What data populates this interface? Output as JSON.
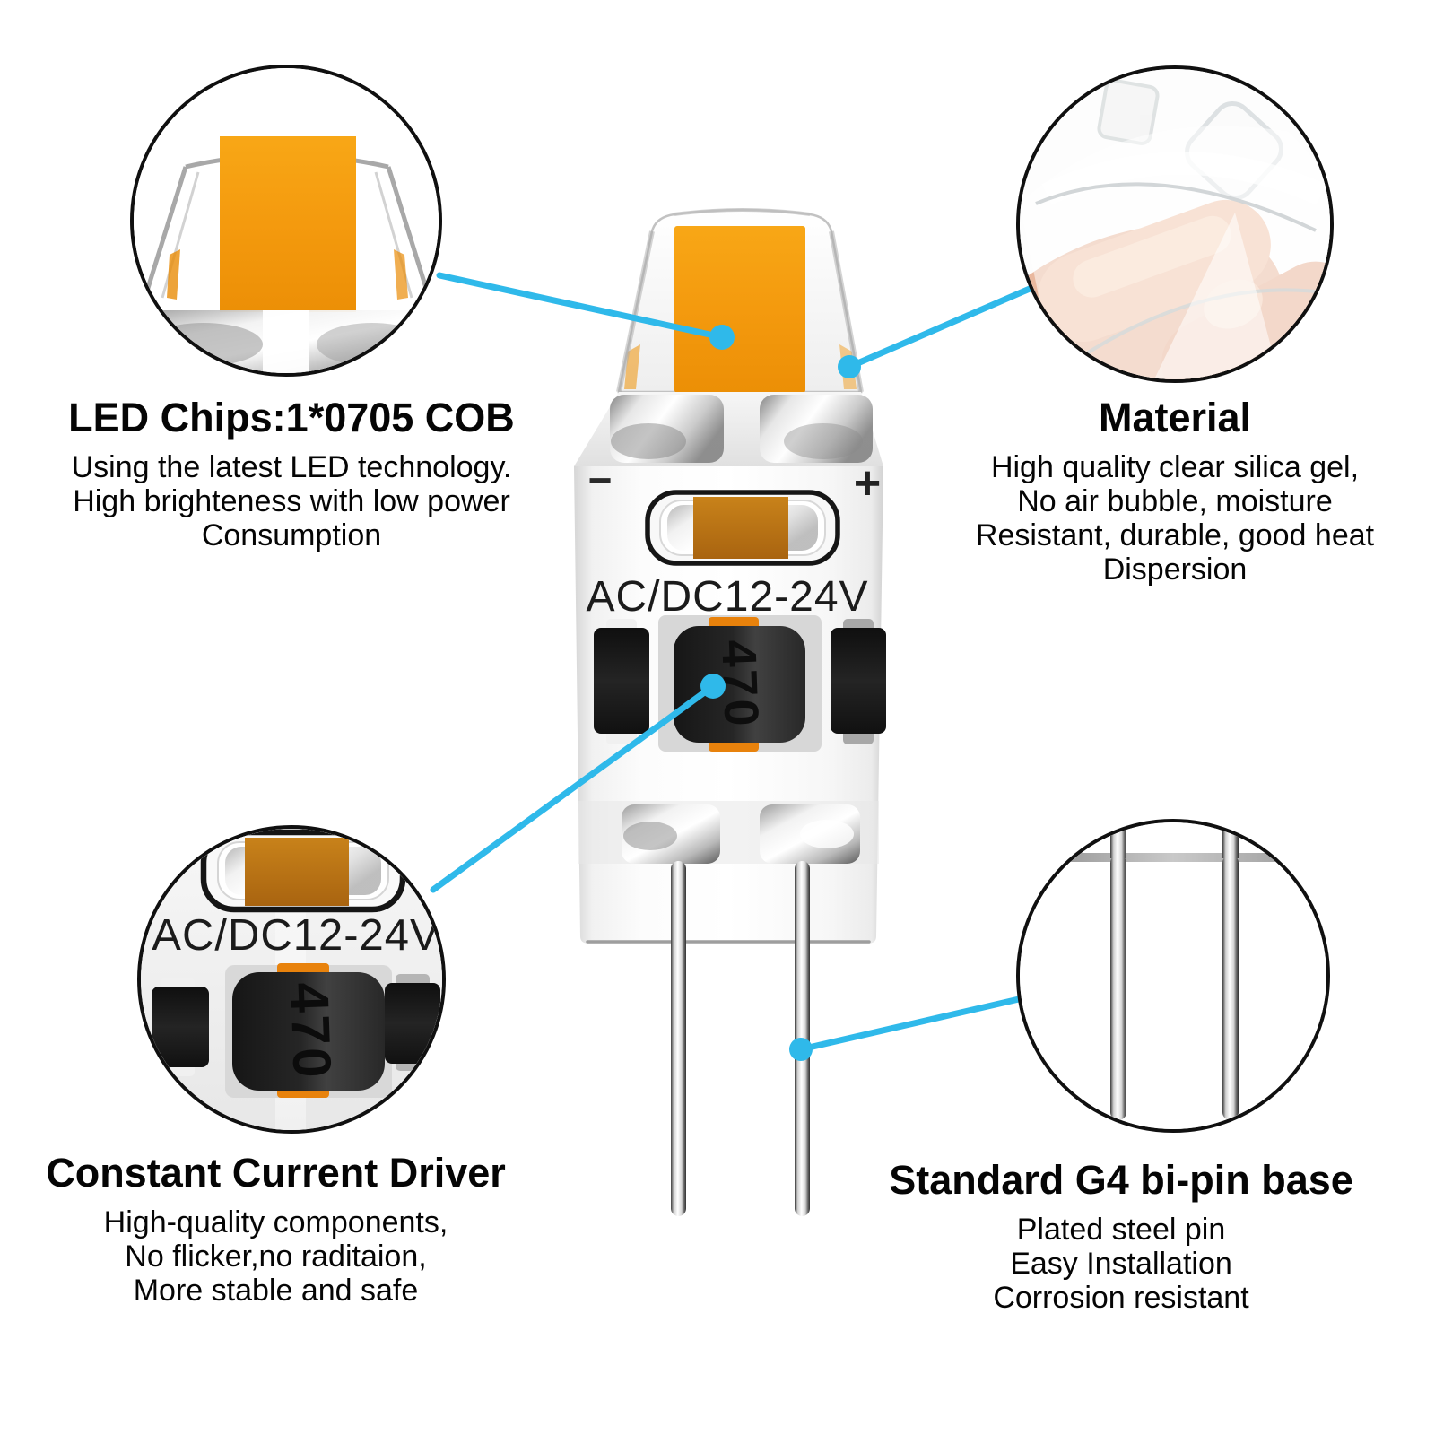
{
  "colors": {
    "accent_blue": "#2fb9ea",
    "chip_orange": "#f49a0e",
    "chip_amber": "#b9741a",
    "text_black": "#0a0a0a"
  },
  "bulb": {
    "minus_label": "−",
    "plus_label": "+",
    "voltage_marking": "AC/DC12-24V",
    "inductor_marking": "470"
  },
  "driver_closeup": {
    "voltage_marking": "AC/DC12-24V",
    "inductor_marking": "470"
  },
  "callouts": {
    "led_chips": {
      "title": "LED Chips:1*0705 COB",
      "description": "Using the latest LED technology.\nHigh brighteness with low power\nConsumption"
    },
    "material": {
      "title": "Material",
      "description": "High quality clear silica gel,\nNo air bubble, moisture\nResistant, durable, good heat\nDispersion"
    },
    "driver": {
      "title": "Constant Current Driver",
      "description": "High-quality components,\nNo flicker,no raditaion,\nMore stable and safe"
    },
    "base": {
      "title": "Standard G4 bi-pin base",
      "description": "Plated steel pin\nEasy Installation\nCorrosion resistant"
    }
  }
}
